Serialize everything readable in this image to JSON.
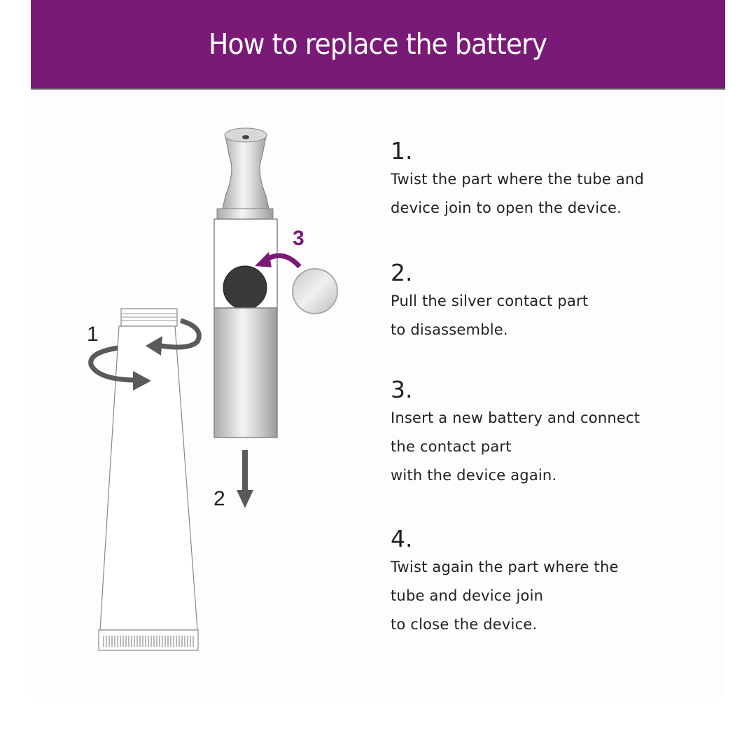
{
  "title": "How to replace the battery",
  "diagram": {
    "labels": {
      "step1": "1",
      "step2": "2",
      "step3": "3"
    },
    "colors": {
      "brand": "#7a1a77",
      "arrow_gray": "#5a5a5a"
    }
  },
  "steps": [
    {
      "number": "1.",
      "lines": [
        "Twist the part where the tube and",
        "device join to open the device."
      ]
    },
    {
      "number": "2.",
      "lines": [
        "Pull the silver contact part",
        "to disassemble."
      ]
    },
    {
      "number": "3.",
      "lines": [
        "Insert a new battery and connect",
        "the contact part",
        "with the device again."
      ]
    },
    {
      "number": "4.",
      "lines": [
        "Twist again the part where the",
        "tube and device join",
        "to close the device."
      ]
    }
  ]
}
